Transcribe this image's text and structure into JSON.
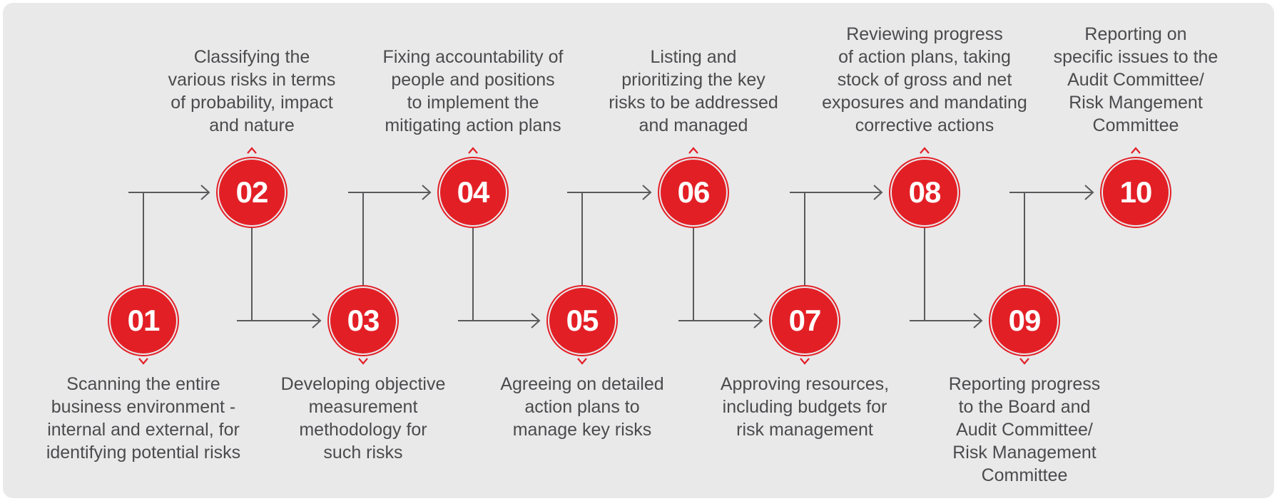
{
  "colors": {
    "accent": "#e31f26",
    "line": "#5a5a5c",
    "text": "#4b4b4d",
    "panel": "#e9e9ea"
  },
  "steps": [
    {
      "number": "01",
      "description": "Scanning the entire\nbusiness environment -\ninternal and external, for\nidentifying potential risks"
    },
    {
      "number": "02",
      "description": "Classifying the\nvarious risks in terms\nof probability, impact\nand nature"
    },
    {
      "number": "03",
      "description": "Developing objective\nmeasurement\nmethodology for\nsuch risks"
    },
    {
      "number": "04",
      "description": "Fixing accountability of\npeople and positions\nto implement the\nmitigating action plans"
    },
    {
      "number": "05",
      "description": "Agreeing on detailed\naction plans to\nmanage key risks"
    },
    {
      "number": "06",
      "description": "Listing and\nprioritizing the key\nrisks to be addressed\nand managed"
    },
    {
      "number": "07",
      "description": "Approving resources,\nincluding budgets for\nrisk management"
    },
    {
      "number": "08",
      "description": "Reviewing progress\nof action plans, taking\nstock of gross and net\nexposures and mandating\ncorrective actions"
    },
    {
      "number": "09",
      "description": "Reporting progress\nto the Board and\nAudit Committee/\nRisk Management\nCommittee"
    },
    {
      "number": "10",
      "description": "Reporting on\nspecific issues to the\nAudit Committee/\nRisk Mangement\nCommittee"
    }
  ]
}
